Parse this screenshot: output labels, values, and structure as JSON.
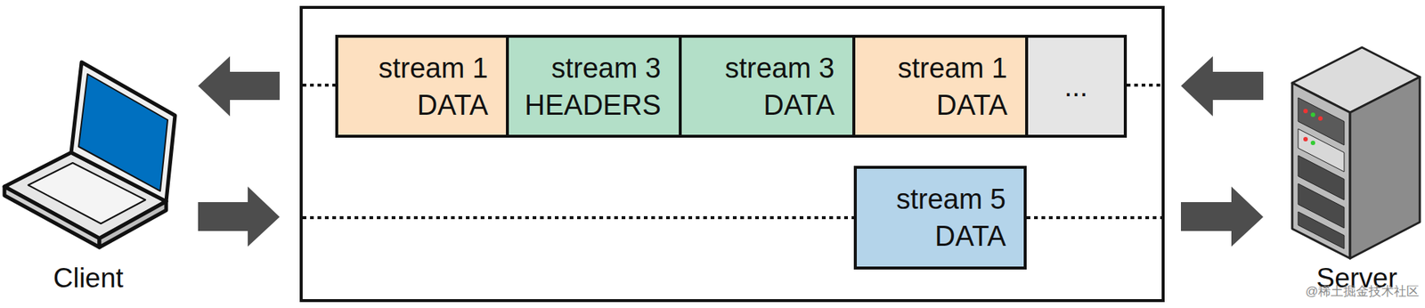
{
  "diagram": {
    "nodes": [
      {
        "text": [
          "stream 1",
          "DATA"
        ]
      },
      {
        "text": [
          "stream 3",
          "HEADERS"
        ]
      },
      {
        "text": [
          "stream 3",
          "DATA"
        ]
      },
      {
        "text": [
          "stream 1",
          "DATA"
        ]
      },
      {
        "text": [
          "..."
        ]
      },
      {
        "text": [
          "stream 5",
          "DATA"
        ]
      }
    ],
    "labels": [
      "Client",
      "Server",
      "@稀土掘金技术社区"
    ]
  }
}
